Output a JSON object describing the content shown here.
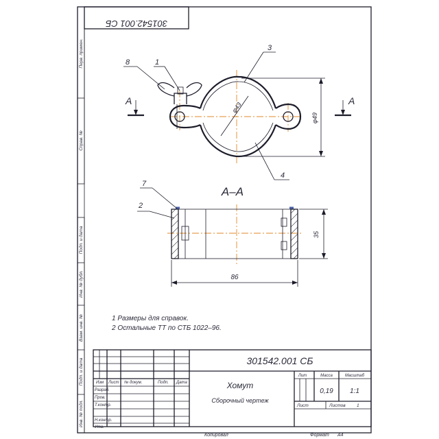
{
  "drawing": {
    "code": "301542.001 СБ",
    "title": "Хомут",
    "subtitle": "Сборочный чертеж",
    "section_label": "А–А",
    "cut_label": "А",
    "notes": [
      "1 Размеры для справок.",
      "2 Остальные ТТ по СТБ 1022–96."
    ],
    "leaders": [
      "1",
      "2",
      "3",
      "4",
      "7",
      "8"
    ],
    "dimensions": {
      "diameter_inner": "φ43",
      "diameter_outer": "φ49",
      "height": "35",
      "length": "86"
    }
  },
  "side_columns": [
    "Перв. примен.",
    "Справ. №",
    "Подп. и дата",
    "Инв. № дубл.",
    "Взам. инв. №",
    "Подп. и дата",
    "Инв. № подл."
  ],
  "title_block": {
    "headers": [
      "Изм",
      "Лист",
      "№ докум.",
      "Подп.",
      "Дата"
    ],
    "roles": [
      "Разраб.",
      "Пров.",
      "Т.контр.",
      "",
      "Н.контр.",
      "Утв."
    ],
    "col_labels": [
      "Лит",
      "Масса",
      "Масштаб"
    ],
    "mass": "0,19",
    "scale": "1:1",
    "sheet_label": "Лист",
    "sheets_label": "Листов",
    "sheets_count": "1"
  },
  "footer": {
    "copied": "Копировал",
    "format_label": "Формат",
    "format": "A4"
  }
}
